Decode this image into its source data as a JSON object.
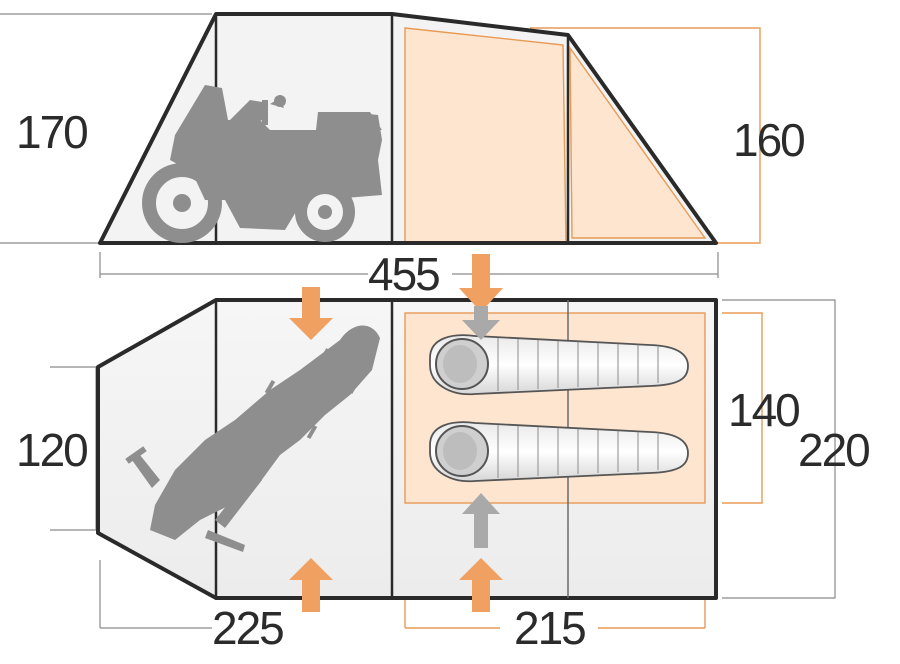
{
  "dimensions": {
    "side_height_left": "170",
    "side_height_right": "160",
    "total_length": "455",
    "floor_width_inner": "140",
    "floor_width_total": "220",
    "end_width": "120",
    "porch_length": "225",
    "bedroom_length": "215"
  },
  "colors": {
    "outline": "#2a2a2a",
    "tent_fill": "#f3f3f3",
    "bedroom_fill": "#fde5cf",
    "bedroom_line": "#e89a55",
    "arrow_orange": "#f0a060",
    "arrow_gray": "#a9a9a9",
    "motorcycle": "#8e8e8e",
    "dimension_gray": "#8a8a8a"
  }
}
